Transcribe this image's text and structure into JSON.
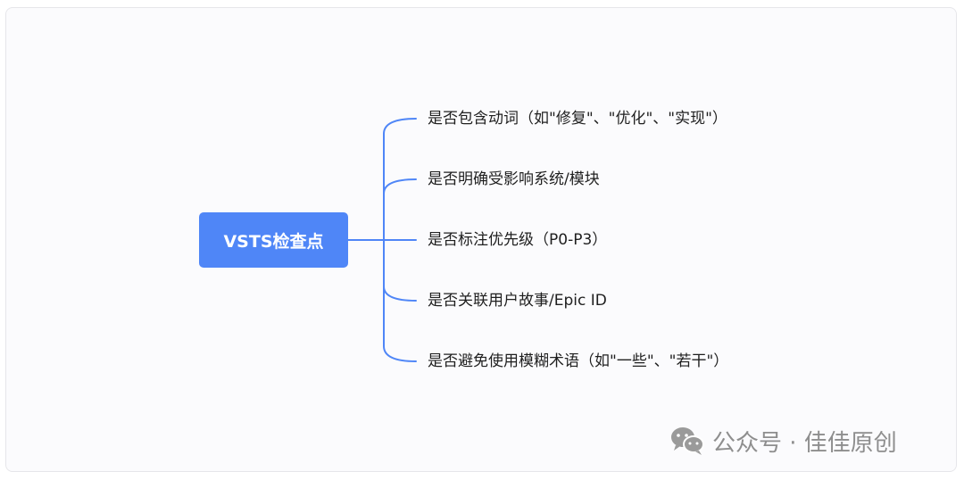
{
  "root": {
    "label": "VSTS检查点"
  },
  "branches": [
    {
      "label": "是否包含动词（如\"修复\"、\"优化\"、\"实现\"）"
    },
    {
      "label": "是否明确受影响系统/模块"
    },
    {
      "label": "是否标注优先级（P0-P3）"
    },
    {
      "label": "是否关联用户故事/Epic ID"
    },
    {
      "label": "是否避免使用模糊术语（如\"一些\"、\"若干\"）"
    }
  ],
  "watermark": {
    "icon": "wechat-icon",
    "text": "公众号 · 佳佳原创"
  },
  "colors": {
    "node": "#4f86f7",
    "connector": "#4f86f7",
    "watermark": "#8e8e8e"
  }
}
